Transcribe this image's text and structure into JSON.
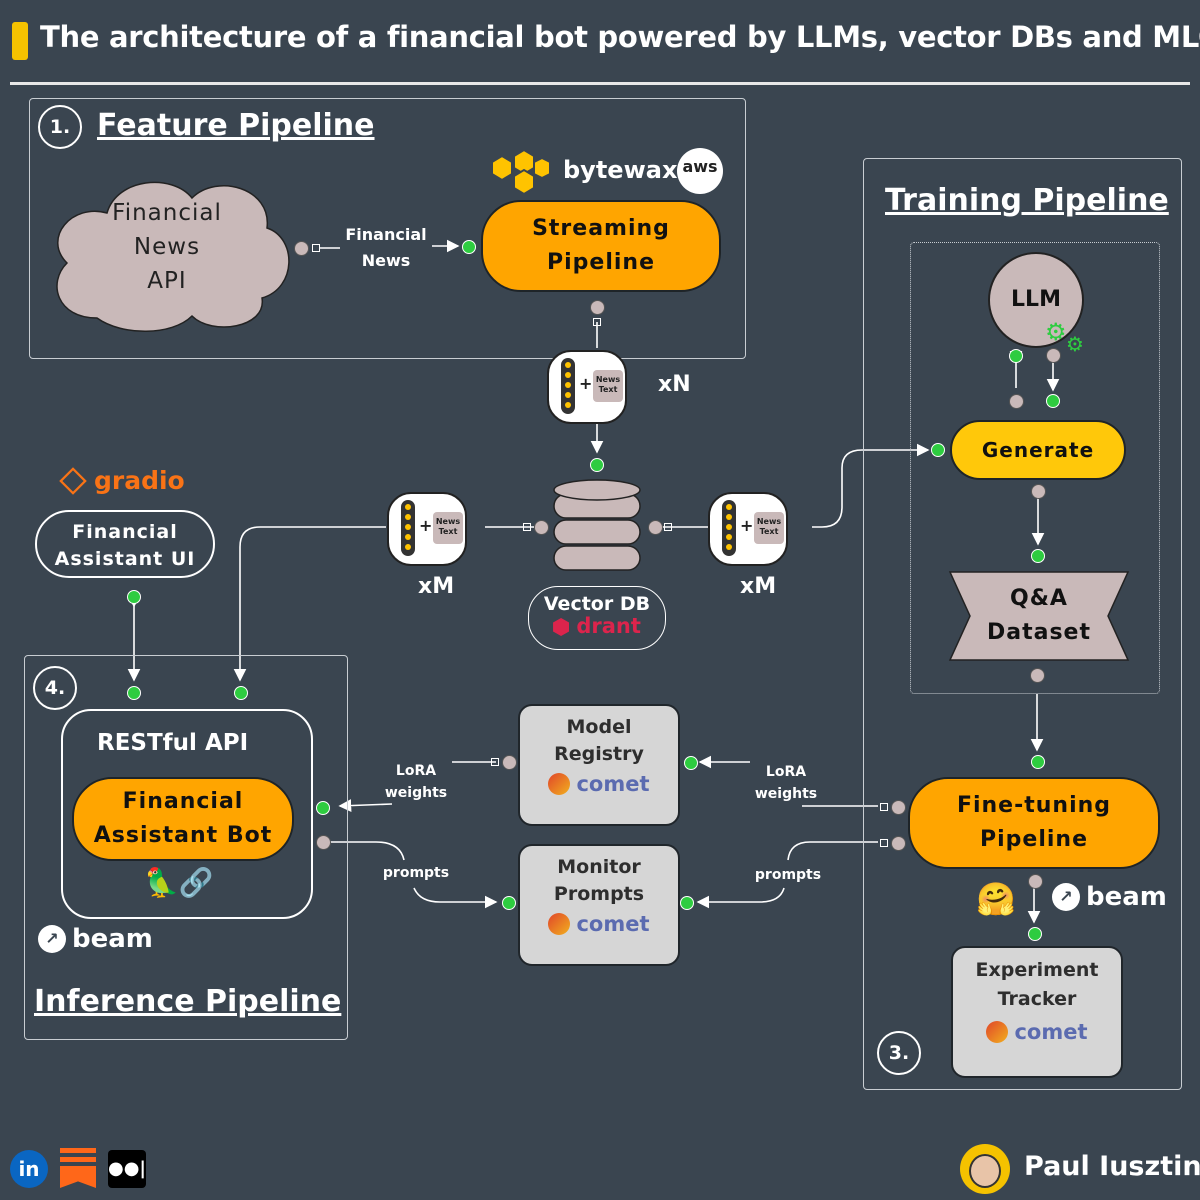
{
  "title": "The architecture of a financial bot powered by LLMs, vector DBs and MLOps",
  "feature": {
    "num": "1.",
    "title": "Feature Pipeline",
    "cloud": [
      "Financial",
      "News",
      "API"
    ],
    "edge_label": [
      "Financial",
      "News"
    ],
    "bytewax": "bytewax",
    "aws": "aws",
    "stream": [
      "Streaming",
      "Pipeline"
    ],
    "xN": "xN"
  },
  "vec_note": [
    "News",
    "Text"
  ],
  "vector_db": {
    "label": "Vector DB",
    "brand": "drant",
    "xM_left": "xM",
    "xM_right": "xM"
  },
  "ui": {
    "brand": "gradio",
    "label": [
      "Financial",
      "Assistant UI"
    ]
  },
  "inference": {
    "num": "4.",
    "rest": "RESTful API",
    "bot": [
      "Financial",
      "Assistant Bot"
    ],
    "beam": "beam",
    "title": "Inference Pipeline"
  },
  "registry": {
    "label": [
      "Model",
      "Registry"
    ],
    "brand": "comet"
  },
  "monitor": {
    "label": [
      "Monitor",
      "Prompts"
    ],
    "brand": "comet"
  },
  "edges": {
    "lora_left": [
      "LoRA",
      "weights"
    ],
    "lora_right": [
      "LoRA",
      "weights"
    ],
    "prompts_left": "prompts",
    "prompts_right": "prompts"
  },
  "training": {
    "title": "Training Pipeline",
    "llm": "LLM",
    "generate": "Generate",
    "qa": [
      "Q&A",
      "Dataset"
    ],
    "finetune": [
      "Fine-tuning",
      "Pipeline"
    ],
    "beam": "beam",
    "tracker": [
      "Experiment",
      "Tracker"
    ],
    "tracker_brand": "comet",
    "num": "3."
  },
  "author": "Paul Iusztin",
  "colors": {
    "background": "#3a4550",
    "orange": "#ffa500",
    "yellow": "#ffc80a",
    "green_dot": "#2ecc40",
    "accent_bar": "#f5c200"
  }
}
